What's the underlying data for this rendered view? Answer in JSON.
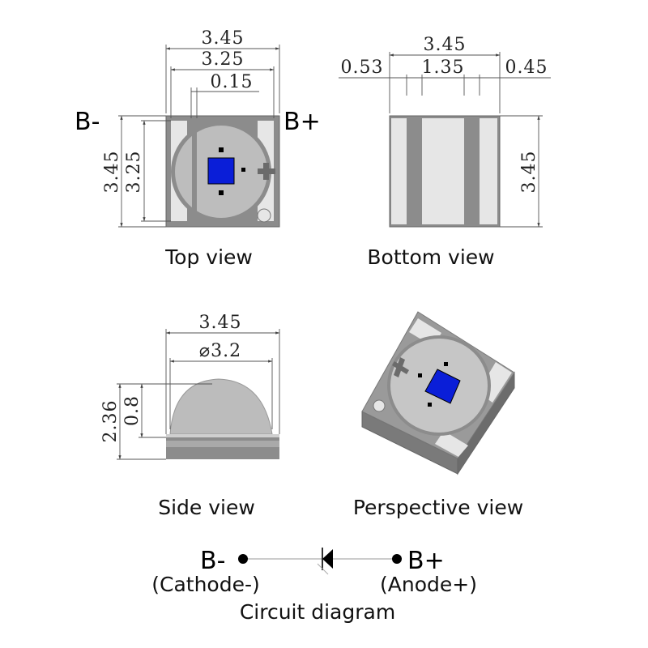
{
  "top_view": {
    "caption": "Top view",
    "dim_width_outer": "3.45",
    "dim_width_inner": "3.25",
    "dim_gap": "0.15",
    "dim_height_outer": "3.45",
    "dim_height_inner": "3.25",
    "label_left": "B-",
    "label_right": "B+"
  },
  "bottom_view": {
    "caption": "Bottom view",
    "dim_width": "3.45",
    "dim_left_pad": "0.53",
    "dim_center_pad": "1.35",
    "dim_right_pad": "0.45",
    "dim_height": "3.45"
  },
  "side_view": {
    "caption": "Side view",
    "dim_width": "3.45",
    "dim_lens_diameter": "⌀3.2",
    "dim_total_height": "2.36",
    "dim_base_height": "0.8"
  },
  "perspective_view": {
    "caption": "Perspective view"
  },
  "circuit": {
    "caption": "Circuit diagram",
    "cathode_label": "B-",
    "cathode_desc": "(Cathode-)",
    "anode_label": "B+",
    "anode_desc": "(Anode+)"
  },
  "colors": {
    "body": "#8c8c8c",
    "pad": "#e6e6e6",
    "lens": "#bdbdbd",
    "chip": "#0a1ed8"
  }
}
